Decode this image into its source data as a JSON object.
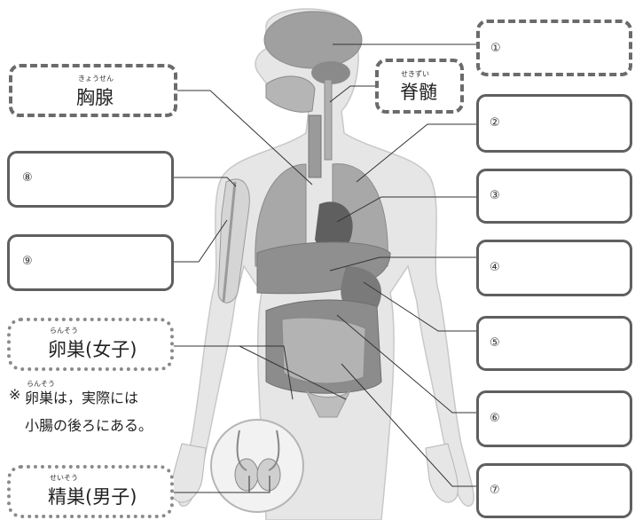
{
  "labels": {
    "thymus": {
      "text": "胸腺",
      "ruby": "きょうせん"
    },
    "spinal_cord": {
      "text": "脊髄",
      "ruby": "せきずい"
    },
    "ovary": {
      "text": "卵巣(女子)",
      "ruby": "らんそう"
    },
    "testis": {
      "text": "精巣(男子)",
      "ruby": "せいそう"
    }
  },
  "note": {
    "line1_mark": "※",
    "line1_ruby": "らんそう",
    "line1": "卵巣は，実際には",
    "line2": "小腸の後ろにある。"
  },
  "numbers": [
    "①",
    "②",
    "③",
    "④",
    "⑤",
    "⑥",
    "⑦",
    "⑧",
    "⑨"
  ],
  "colors": {
    "box_border": "#5f5f5f",
    "dotted_border": "#8a8a8a",
    "body_fill": "#e6e6e6",
    "organ_dark": "#6b6b6b",
    "organ_mid": "#9a9a9a",
    "organ_light": "#bdbdbd"
  }
}
